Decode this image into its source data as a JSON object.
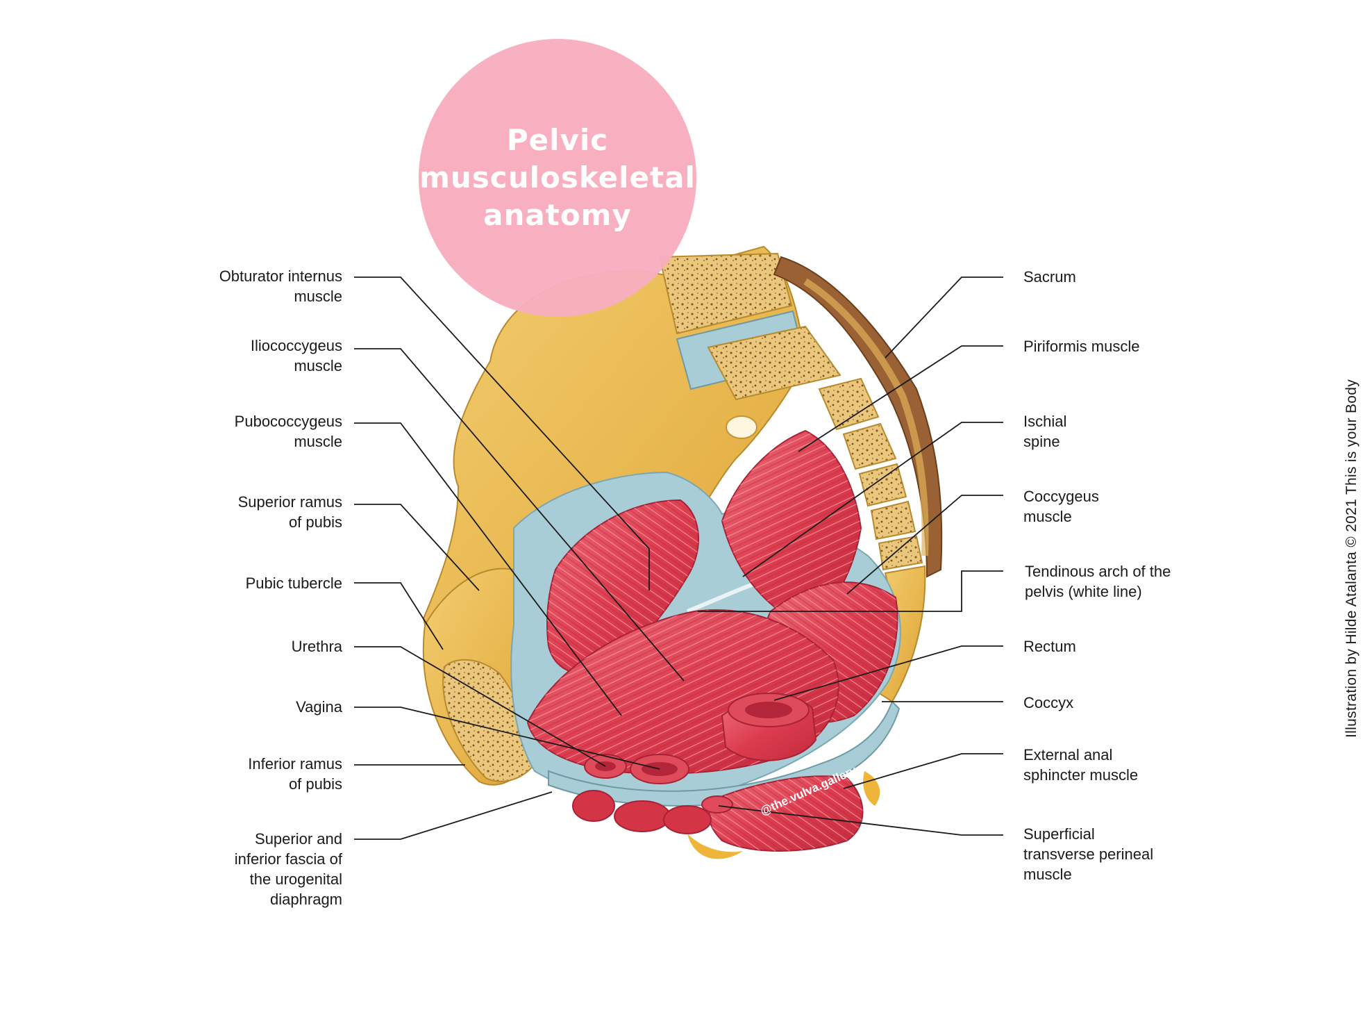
{
  "title": {
    "lines": [
      "Pelvic",
      "musculoskeletal",
      "anatomy"
    ]
  },
  "labels_left": [
    {
      "name": "obturator-internus",
      "lines": [
        "Obturator internus",
        "muscle"
      ]
    },
    {
      "name": "iliococcygeus",
      "lines": [
        "Iliococcygeus",
        "muscle"
      ]
    },
    {
      "name": "pubococcygeus",
      "lines": [
        "Pubococcygeus",
        "muscle"
      ]
    },
    {
      "name": "superior-ramus",
      "lines": [
        "Superior ramus",
        "of pubis"
      ]
    },
    {
      "name": "pubic-tubercle",
      "lines": [
        "Pubic tubercle"
      ]
    },
    {
      "name": "urethra",
      "lines": [
        "Urethra"
      ]
    },
    {
      "name": "vagina",
      "lines": [
        "Vagina"
      ]
    },
    {
      "name": "inferior-ramus",
      "lines": [
        "Inferior ramus",
        "of pubis"
      ]
    },
    {
      "name": "urogenital-fascia",
      "lines": [
        "Superior and",
        "inferior fascia of",
        "the urogenital",
        "diaphragm"
      ]
    }
  ],
  "labels_right": [
    {
      "name": "sacrum",
      "lines": [
        "Sacrum"
      ]
    },
    {
      "name": "piriformis",
      "lines": [
        "Piriformis muscle"
      ]
    },
    {
      "name": "ischial-spine",
      "lines": [
        "Ischial",
        "spine"
      ]
    },
    {
      "name": "coccygeus",
      "lines": [
        "Coccygeus",
        "muscle"
      ]
    },
    {
      "name": "tendinous-arch",
      "lines": [
        "Tendinous arch of the",
        "pelvis (white line)"
      ]
    },
    {
      "name": "rectum",
      "lines": [
        "Rectum"
      ]
    },
    {
      "name": "coccyx",
      "lines": [
        "Coccyx"
      ]
    },
    {
      "name": "external-anal-sphincter",
      "lines": [
        "External anal",
        "sphincter muscle"
      ]
    },
    {
      "name": "superficial-transverse-perineal",
      "lines": [
        "Superficial",
        "transverse perineal",
        "muscle"
      ]
    }
  ],
  "credit": "Illustration by Hilde Atalanta © 2021 This is your Body",
  "watermark": "@the.vulva.gallery",
  "colors": {
    "title_circle": "#f8aebf",
    "bone": "#e8b64a",
    "bone_light": "#f2cd6e",
    "muscle": "#d8374a",
    "muscle_light": "#ec6a76",
    "fascia": "#a9cdd6",
    "leader": "#1a1a1a"
  }
}
